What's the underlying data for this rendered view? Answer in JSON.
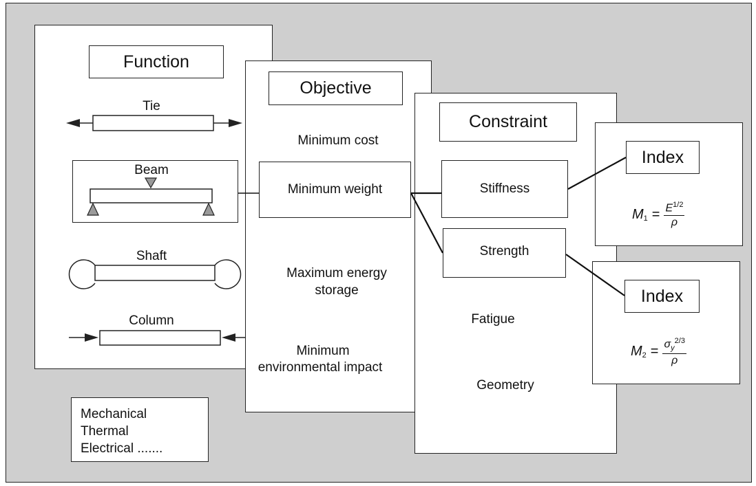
{
  "function_panel": {
    "title": "Function",
    "items": {
      "tie": "Tie",
      "beam": "Beam",
      "shaft": "Shaft",
      "column": "Column"
    }
  },
  "types_box": {
    "lines": [
      "Mechanical",
      "Thermal",
      "Electrical ......."
    ]
  },
  "objective_panel": {
    "title": "Objective",
    "items": {
      "cost": "Minimum cost",
      "weight": "Minimum weight",
      "energy_line1": "Maximum energy",
      "energy_line2": "storage",
      "env_line1": "Minimum",
      "env_line2": "environmental impact"
    }
  },
  "constraint_panel": {
    "title": "Constraint",
    "items": {
      "stiffness": "Stiffness",
      "strength": "Strength",
      "fatigue": "Fatigue",
      "geometry": "Geometry"
    }
  },
  "index_1": {
    "title": "Index",
    "symbol": "M",
    "subscript": "1",
    "equals": "=",
    "numerator": "E",
    "numerator_exp": "1/2",
    "denominator": "ρ"
  },
  "index_2": {
    "title": "Index",
    "symbol": "M",
    "subscript": "2",
    "equals": "=",
    "numerator": "σ",
    "numerator_sub": "y",
    "numerator_exp": "2/3",
    "denominator": "ρ"
  }
}
